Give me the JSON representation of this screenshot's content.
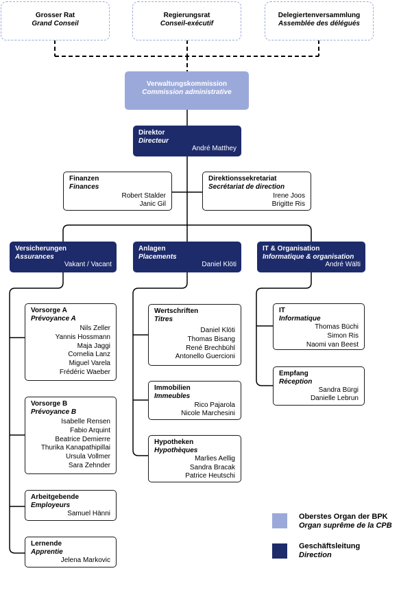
{
  "colors": {
    "accent_light": "#9ba9da",
    "accent_dark": "#1d2b6b",
    "dashed_border": "#9aa9d8"
  },
  "top": [
    {
      "title": "Grosser Rat",
      "subtitle": "Grand Conseil"
    },
    {
      "title": "Regierungsrat",
      "subtitle": "Conseil-exécutif"
    },
    {
      "title": "Delegiertenversammlung",
      "subtitle": "Assemblée des délégués"
    }
  ],
  "commission": {
    "title": "Verwaltungskommission",
    "subtitle": "Commission administrative"
  },
  "director": {
    "title": "Direktor",
    "subtitle": "Directeur",
    "person": "André Matthey"
  },
  "finances": {
    "title": "Finanzen",
    "subtitle": "Finances",
    "names": [
      "Robert Stalder",
      "Janic Gil"
    ]
  },
  "secretariat": {
    "title": "Direktionssekretariat",
    "subtitle": "Secrétariat de direction",
    "names": [
      "Irene Joos",
      "Brigitte Ris"
    ]
  },
  "divisions": [
    {
      "title": "Versicherungen",
      "subtitle": "Assurances",
      "person": "Vakant / Vacant"
    },
    {
      "title": "Anlagen",
      "subtitle": "Placements",
      "person": "Daniel Klöti"
    },
    {
      "title": "IT & Organisation",
      "subtitle": "Informatique & organisation",
      "person": "André Wälti"
    }
  ],
  "units": {
    "vorsorge_a": {
      "title": "Vorsorge A",
      "subtitle": "Prévoyance A",
      "names": [
        "Nils Zeller",
        "Yannis Hossmann",
        "Maja Jaggi",
        "Cornelia Lanz",
        "Miguel Varela",
        "Frédéric Waeber"
      ]
    },
    "vorsorge_b": {
      "title": "Vorsorge B",
      "subtitle": "Prévoyance B",
      "names": [
        "Isabelle Rensen",
        "Fabio Arquint",
        "Beatrice Demierre",
        "Thurika Kanapathipillai",
        "Ursula Vollmer",
        "Sara Zehnder"
      ]
    },
    "arbeitgebende": {
      "title": "Arbeitgebende",
      "subtitle": "Employeurs",
      "names": [
        "Samuel Hänni"
      ]
    },
    "lernende": {
      "title": "Lernende",
      "subtitle": "Apprentie",
      "names": [
        "Jelena Markovic"
      ]
    },
    "wertschriften": {
      "title": "Wertschriften",
      "subtitle": "Titres",
      "names": [
        "Daniel Klöti",
        "Thomas Bisang",
        "René Brechbühl",
        "Antonello Guercioni"
      ]
    },
    "immobilien": {
      "title": "Immobilien",
      "subtitle": "Immeubles",
      "names": [
        "Rico Pajarola",
        "Nicole Marchesini"
      ]
    },
    "hypotheken": {
      "title": "Hypotheken",
      "subtitle": "Hypothèques",
      "names": [
        "Marlies Aellig",
        "Sandra Bracak",
        "Patrice Heutschi"
      ]
    },
    "it": {
      "title": "IT",
      "subtitle": "Informatique",
      "names": [
        "Thomas Büchi",
        "Simon Ris",
        "Naomi van Beest"
      ]
    },
    "empfang": {
      "title": "Empfang",
      "subtitle": "Réception",
      "names": [
        "Sandra Bürgi",
        "Danielle Lebrun"
      ]
    }
  },
  "legend": [
    {
      "title": "Oberstes Organ der BPK",
      "subtitle": "Organ suprême de la CPB",
      "color": "#9ba9da"
    },
    {
      "title": "Geschäftsleitung",
      "subtitle": "Direction",
      "color": "#1d2b6b"
    }
  ]
}
